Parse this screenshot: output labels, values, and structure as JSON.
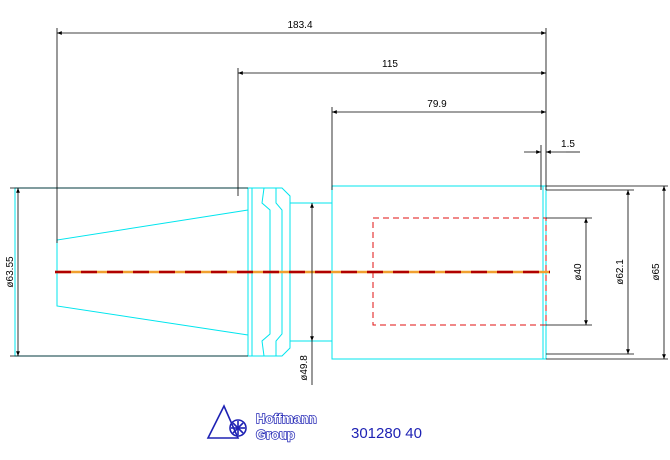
{
  "drawing": {
    "colors": {
      "outline": "#00e5ee",
      "dimension": "#000000",
      "bore": "#e01010",
      "centerline_dash": "#b00000",
      "centerline_alt": "#f0a030",
      "logo": "#1e22b4"
    },
    "dimensions": {
      "overall_length": "183.4",
      "length_115": "115",
      "length_79_9": "79.9",
      "offset_1_5": "1.5",
      "dia_63_55": "ø63.55",
      "dia_49_8": "ø49.8",
      "dia_40": "ø40",
      "dia_62_1": "ø62.1",
      "dia_65": "ø65"
    }
  },
  "footer": {
    "logo": {
      "line1": "Hoffmann",
      "line2": "Group",
      "icon": "hoffmann-logo-icon"
    },
    "part_number": "301280 40"
  }
}
